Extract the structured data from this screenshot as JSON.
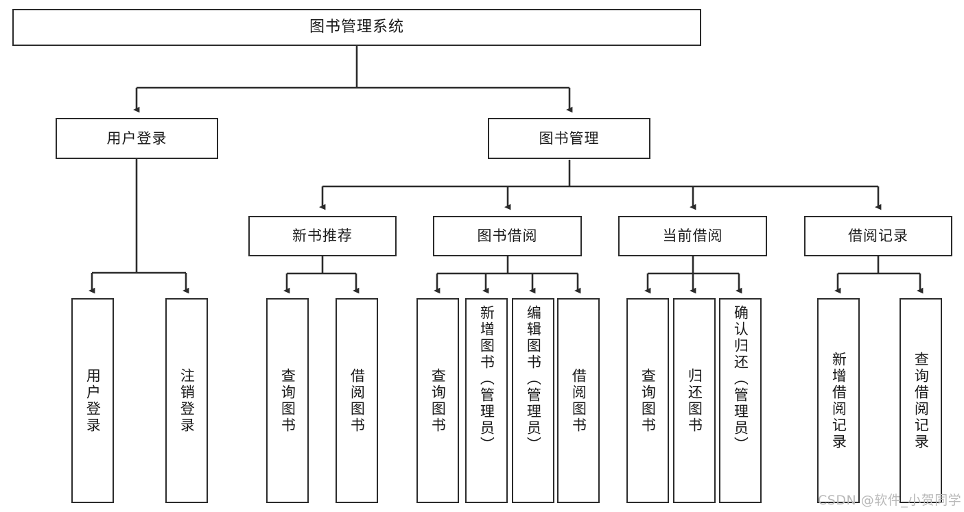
{
  "diagram": {
    "kind": "functional-structure-tree",
    "root": {
      "label": "图书管理系统"
    },
    "level2": [
      {
        "label": "用户登录"
      },
      {
        "label": "图书管理"
      }
    ],
    "level3": [
      {
        "label": "新书推荐"
      },
      {
        "label": "图书借阅"
      },
      {
        "label": "当前借阅"
      },
      {
        "label": "借阅记录"
      }
    ],
    "leaves": {
      "user_login": [
        {
          "label": "用户登录"
        },
        {
          "label": "注销登录"
        }
      ],
      "new_book_recommend": [
        {
          "label": "查询图书"
        },
        {
          "label": "借阅图书"
        }
      ],
      "book_borrow": [
        {
          "label": "查询图书"
        },
        {
          "label": "新增图书（管理员）"
        },
        {
          "label": "编辑图书（管理员）"
        },
        {
          "label": "借阅图书"
        }
      ],
      "current_borrow": [
        {
          "label": "查询图书"
        },
        {
          "label": "归还图书"
        },
        {
          "label": "确认归还（管理员）"
        }
      ],
      "borrow_record": [
        {
          "label": "新增借阅记录"
        },
        {
          "label": "查询借阅记录"
        }
      ]
    }
  },
  "watermark": {
    "text": "CSDN @软件_小贺同学"
  },
  "colors": {
    "box_border": "#2b2b2b",
    "box_fill": "#ffffff",
    "line": "#2b2b2b",
    "text": "#1a1a1a",
    "watermark": "#b9b9b9",
    "background": "#ffffff"
  }
}
